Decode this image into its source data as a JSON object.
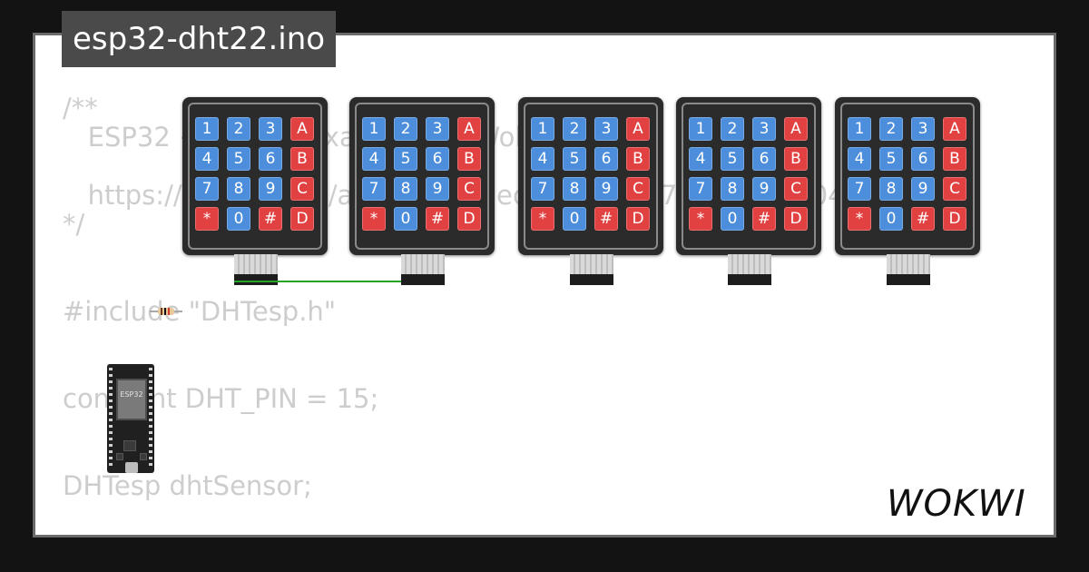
{
  "title": "esp32-dht22.ino",
  "code_text": "/**\n   ESP32 + DHT22 Example for Wokwi\n\n   https://wokwi.com/arduino/projects/322410731508073042\n*/\n\n\n#include \"DHTesp.h\"\n\n\nconst int DHT_PIN = 15;\n\n\nDHTesp dhtSensor;",
  "keypad": {
    "keys": [
      "1",
      "2",
      "3",
      "A",
      "4",
      "5",
      "6",
      "B",
      "7",
      "8",
      "9",
      "C",
      "*",
      "0",
      "#",
      "D"
    ],
    "colors": [
      "blue",
      "blue",
      "blue",
      "red",
      "blue",
      "blue",
      "blue",
      "red",
      "blue",
      "blue",
      "blue",
      "red",
      "red",
      "blue",
      "red",
      "red"
    ]
  },
  "keypads": [
    {
      "id": "keypad-1"
    },
    {
      "id": "keypad-2"
    },
    {
      "id": "keypad-3"
    },
    {
      "id": "keypad-4"
    },
    {
      "id": "keypad-5"
    }
  ],
  "esp32": {
    "chip_label": "ESP32"
  },
  "brand": {
    "logo_text": "WOKWI"
  },
  "colors": {
    "wire": "#27a32b",
    "key_blue": "#4c8edb",
    "key_red": "#e24141",
    "keypad_body": "#2b2b2b"
  }
}
